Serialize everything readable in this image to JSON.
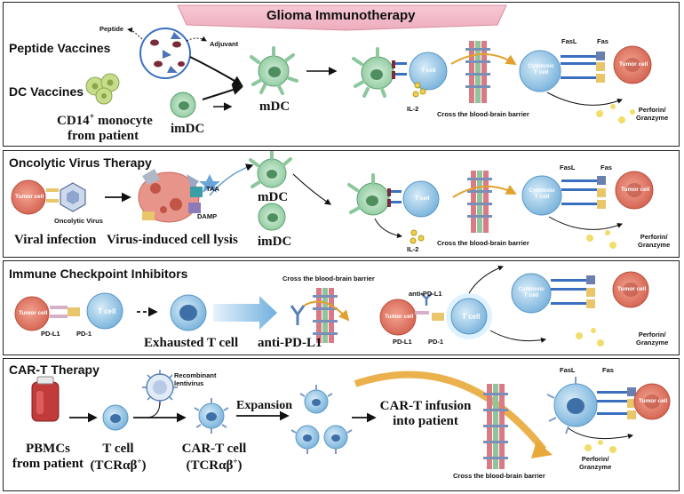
{
  "header": {
    "title": "Glioma Immunotherapy"
  },
  "panel1": {
    "title_peptide": "Peptide Vaccines",
    "title_dc": "DC Vaccines",
    "peptide": "Peptide",
    "adjuvant": "Adjuvant",
    "monocyte_line1": "CD14",
    "monocyte_sup": "+",
    "monocyte_line1b": " monocyte",
    "monocyte_line2": "from patient",
    "imdc": "imDC",
    "mdc": "mDC",
    "tcell": "T cell",
    "il2": "IL-2",
    "bbb": "Cross the blood-brain barrier",
    "fasl": "FasL",
    "fas": "Fas",
    "cytotoxic": "Cytotoxic",
    "cytotoxic2": "T cell",
    "tumor": "Tumor cell",
    "perforin": "Perforin/",
    "granzyme": "Granzyme"
  },
  "panel2": {
    "title": "Oncolytic Virus Therapy",
    "tumor": "Tumor cell",
    "virus": "Oncolytic Virus",
    "viral_infection": "Viral infection",
    "lysis": "Virus-induced cell lysis",
    "taa": "TAA",
    "damp": "DAMP",
    "mdc": "mDC",
    "imdc": "imDC",
    "tcell": "T cell",
    "il2": "IL-2",
    "bbb": "Cross the blood-brain barrier",
    "fasl": "FasL",
    "fas": "Fas",
    "cytotoxic": "Cytotoxic",
    "cytotoxic2": "T cell",
    "tumor2": "Tumor cell",
    "perforin": "Perforin/",
    "granzyme": "Granzyme"
  },
  "panel3": {
    "title": "Immune Checkpoint Inhibitors",
    "tumor": "Tumor cell",
    "tcell": "T cell",
    "pdl1": "PD-L1",
    "pd1": "PD-1",
    "exhausted": "Exhausted T cell",
    "anti": "anti-PD-L1",
    "bbb": "Cross the blood-brain barrier",
    "anti_small": "anti-PD-L1",
    "tumor2": "Tumor cell",
    "pdl1b": "PD-L1",
    "pd1b": "PD-1",
    "tcell2": "T cell",
    "cytotoxic": "Cytotoxic",
    "cytotoxic2": "T cell",
    "tumor3": "Tumor cell",
    "perforin": "Perforin/",
    "granzyme": "Granzyme"
  },
  "panel4": {
    "title": "CAR-T Therapy",
    "recombinant1": "Recombinant",
    "recombinant2": "lentivirus",
    "expansion": "Expansion",
    "infusion1": "CAR-T infusion",
    "infusion2": "into patient",
    "pbmc1": "PBMCs",
    "pbmc2": "from patient",
    "tcell1": "T cell",
    "tcell2": "(TCRαβ",
    "tcell2sup": "+",
    "tcell2end": ")",
    "cart1": "CAR-T cell",
    "cart2": "(TCRαβ",
    "cart2sup": "+",
    "cart2end": ")",
    "bbb": "Cross the blood-brain barrier",
    "fasl": "FasL",
    "fas": "Fas",
    "tumor": "Tumor cell",
    "perforin": "Perforin/",
    "granzyme": "Granzyme"
  },
  "colors": {
    "banner": "#f2b8c6",
    "tumor": "#e27a6a",
    "tcell": "#9cc8e6",
    "dc": "#a9d9b4",
    "arrow": "#111111",
    "gold": "#e8a93a",
    "granule": "#f2dd6a"
  }
}
